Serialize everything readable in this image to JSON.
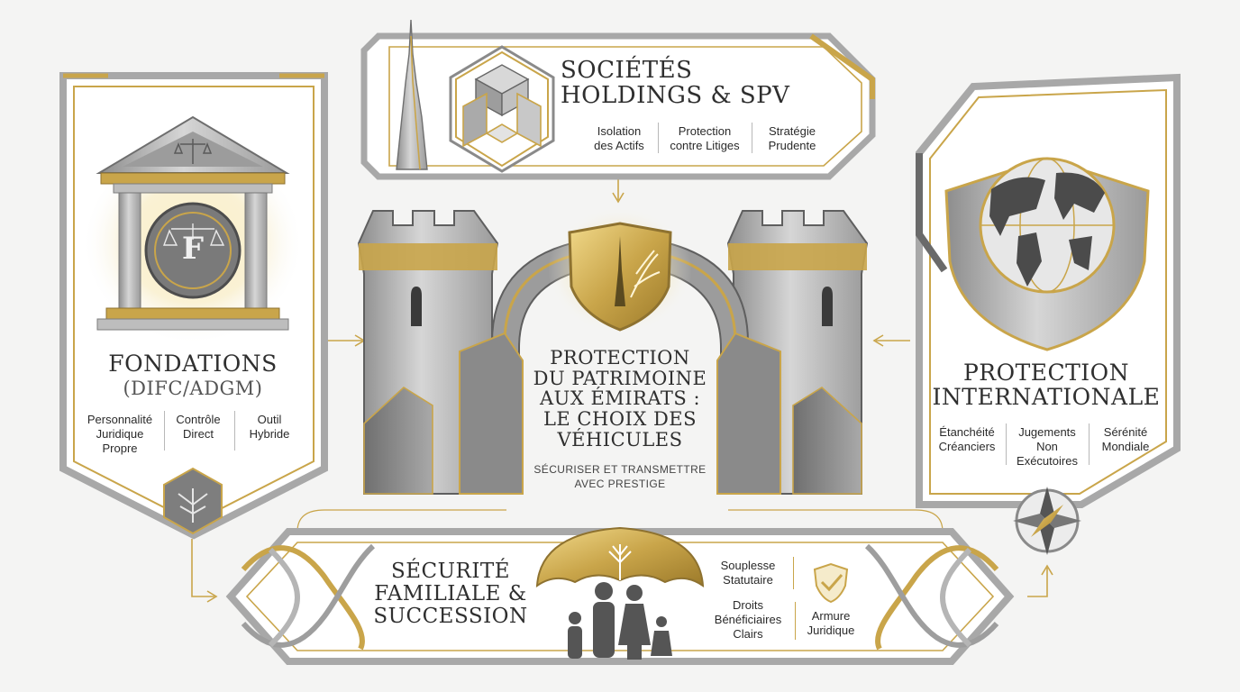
{
  "center": {
    "title_lines": [
      "PROTECTION",
      "DU PATRIMOINE",
      "AUX ÉMIRATS :",
      "LE CHOIX DES",
      "VÉHICULES"
    ],
    "subtitle_lines": [
      "SÉCURISER ET TRANSMETTRE",
      "AVEC PRESTIGE"
    ]
  },
  "holdings": {
    "title_lines": [
      "SOCIÉTÉS",
      "HOLDINGS & SPV"
    ],
    "features": [
      {
        "lines": [
          "Isolation",
          "des Actifs"
        ]
      },
      {
        "lines": [
          "Protection",
          "contre Litiges"
        ]
      },
      {
        "lines": [
          "Stratégie",
          "Prudente"
        ]
      }
    ]
  },
  "foundations": {
    "title": "FONDATIONS",
    "subtitle": "(DIFC/ADGM)",
    "emblem_letter": "F",
    "features": [
      {
        "lines": [
          "Personnalité",
          "Juridique",
          "Propre"
        ]
      },
      {
        "lines": [
          "Contrôle",
          "Direct"
        ]
      },
      {
        "lines": [
          "Outil",
          "Hybride"
        ]
      }
    ]
  },
  "international": {
    "title_lines": [
      "PROTECTION",
      "INTERNATIONALE"
    ],
    "features": [
      {
        "lines": [
          "Étanchéité",
          "Créanciers"
        ]
      },
      {
        "lines": [
          "Jugements",
          "Non",
          "Exécutoires"
        ]
      },
      {
        "lines": [
          "Sérénité",
          "Mondiale"
        ]
      }
    ]
  },
  "family": {
    "title_lines": [
      "SÉCURITÉ",
      "FAMILIALE &",
      "SUCCESSION"
    ],
    "features": [
      {
        "lines": [
          "Souplesse",
          "Statutaire"
        ]
      },
      {
        "lines": [
          "Droits",
          "Bénéficiaires",
          "Clairs"
        ]
      },
      {
        "lines": [
          "Armure",
          "Juridique"
        ]
      }
    ]
  },
  "colors": {
    "gold": "#c9a54a",
    "silver": "#b4b4b4",
    "dark_gray": "#555555",
    "background": "#f4f4f3"
  },
  "icons": [
    "skyscraper-icon",
    "cube-stack-icon",
    "scales-icon",
    "palm-leaf-icon",
    "globe-icon",
    "compass-icon",
    "umbrella-icon",
    "family-icon",
    "shield-check-icon",
    "castle-icon"
  ]
}
